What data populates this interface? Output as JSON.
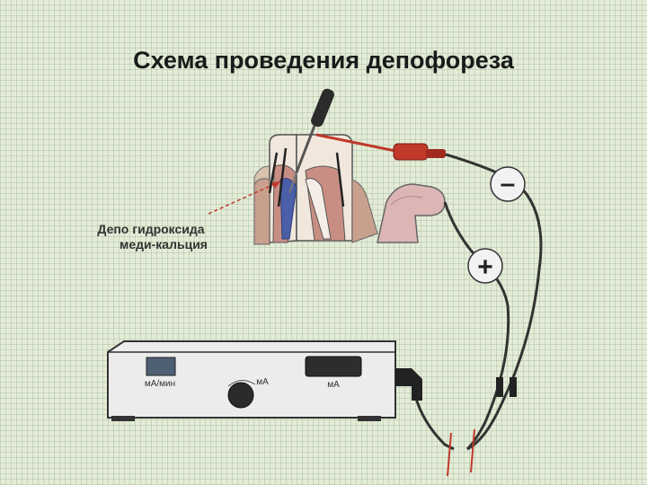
{
  "title": "Схема проведения депофореза",
  "depot_label": {
    "line1": "Депо гидроксида",
    "line2": "меди-кальция"
  },
  "device": {
    "left_display_label": "мА/мин",
    "knob_label": "мА",
    "right_display_label": "мА"
  },
  "electrodes": {
    "negative": "–",
    "positive": "+"
  }
}
